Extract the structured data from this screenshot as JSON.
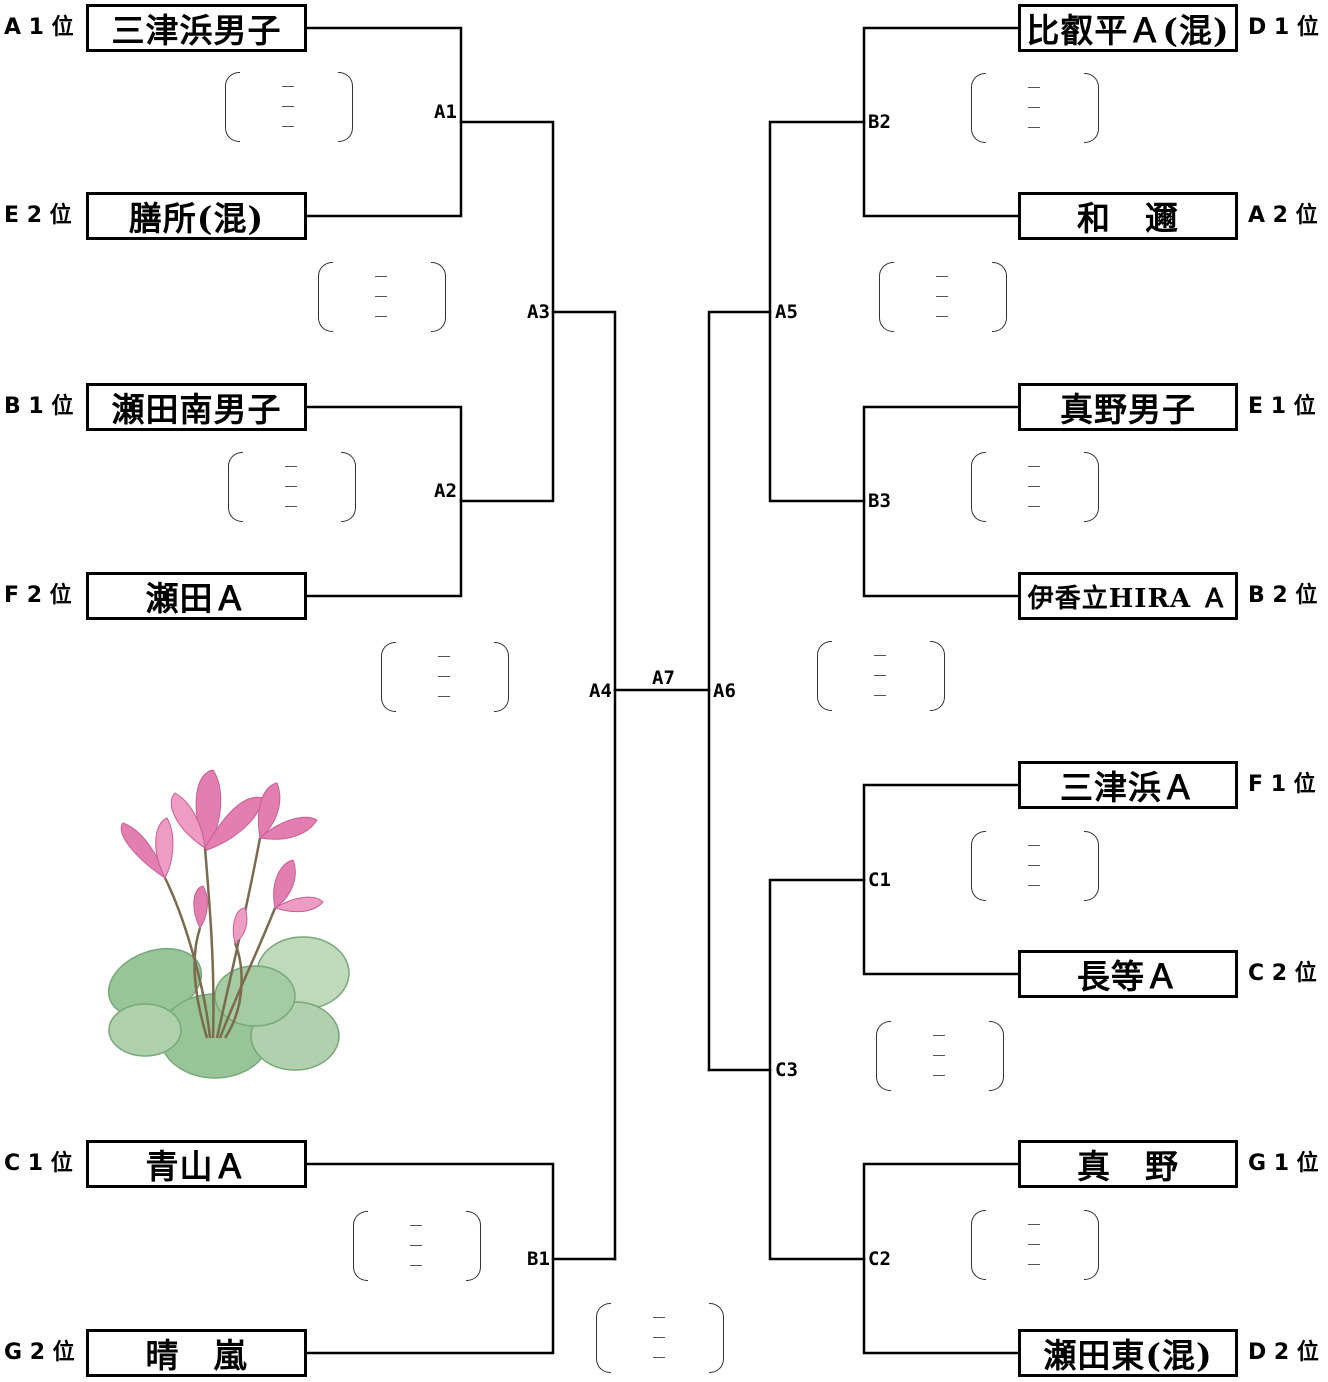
{
  "teams": {
    "l1": {
      "name": "三津浜男子",
      "rank": "A 1 位"
    },
    "l2": {
      "name": "膳所(混)",
      "rank": "E 2 位"
    },
    "l3": {
      "name": "瀬田南男子",
      "rank": "B 1 位"
    },
    "l4": {
      "name": "瀬田Ａ",
      "rank": "F 2 位"
    },
    "l5": {
      "name": "青山Ａ",
      "rank": "C 1 位"
    },
    "l6": {
      "name": "晴　嵐",
      "rank": "G 2 位"
    },
    "r1": {
      "name": "比叡平Ａ(混)",
      "rank": "D 1 位"
    },
    "r2": {
      "name": "和　邇",
      "rank": "A 2 位"
    },
    "r3": {
      "name": "真野男子",
      "rank": "E 1 位"
    },
    "r4": {
      "name": "伊香立HIRA Ａ",
      "rank": "B 2 位"
    },
    "r5": {
      "name": "三津浜Ａ",
      "rank": "F 1 位"
    },
    "r6": {
      "name": "長等Ａ",
      "rank": "C 2 位"
    },
    "r7": {
      "name": "真　野",
      "rank": "G 1 位"
    },
    "r8": {
      "name": "瀬田東(混)",
      "rank": "D 2 位"
    }
  },
  "matches": {
    "A1": "A1",
    "A2": "A2",
    "A3": "A3",
    "A4": "A4",
    "A5": "A5",
    "A6": "A6",
    "A7": "A7",
    "B1": "B1",
    "B2": "B2",
    "B3": "B3",
    "C1": "C1",
    "C2": "C2",
    "C3": "C3"
  },
  "colors": {
    "line": "#000000",
    "score_bracket": "#333333",
    "petal": "#e27fb0",
    "leaf": "#8dbf8c"
  },
  "decoration": "cyclamen-flower-illustration"
}
